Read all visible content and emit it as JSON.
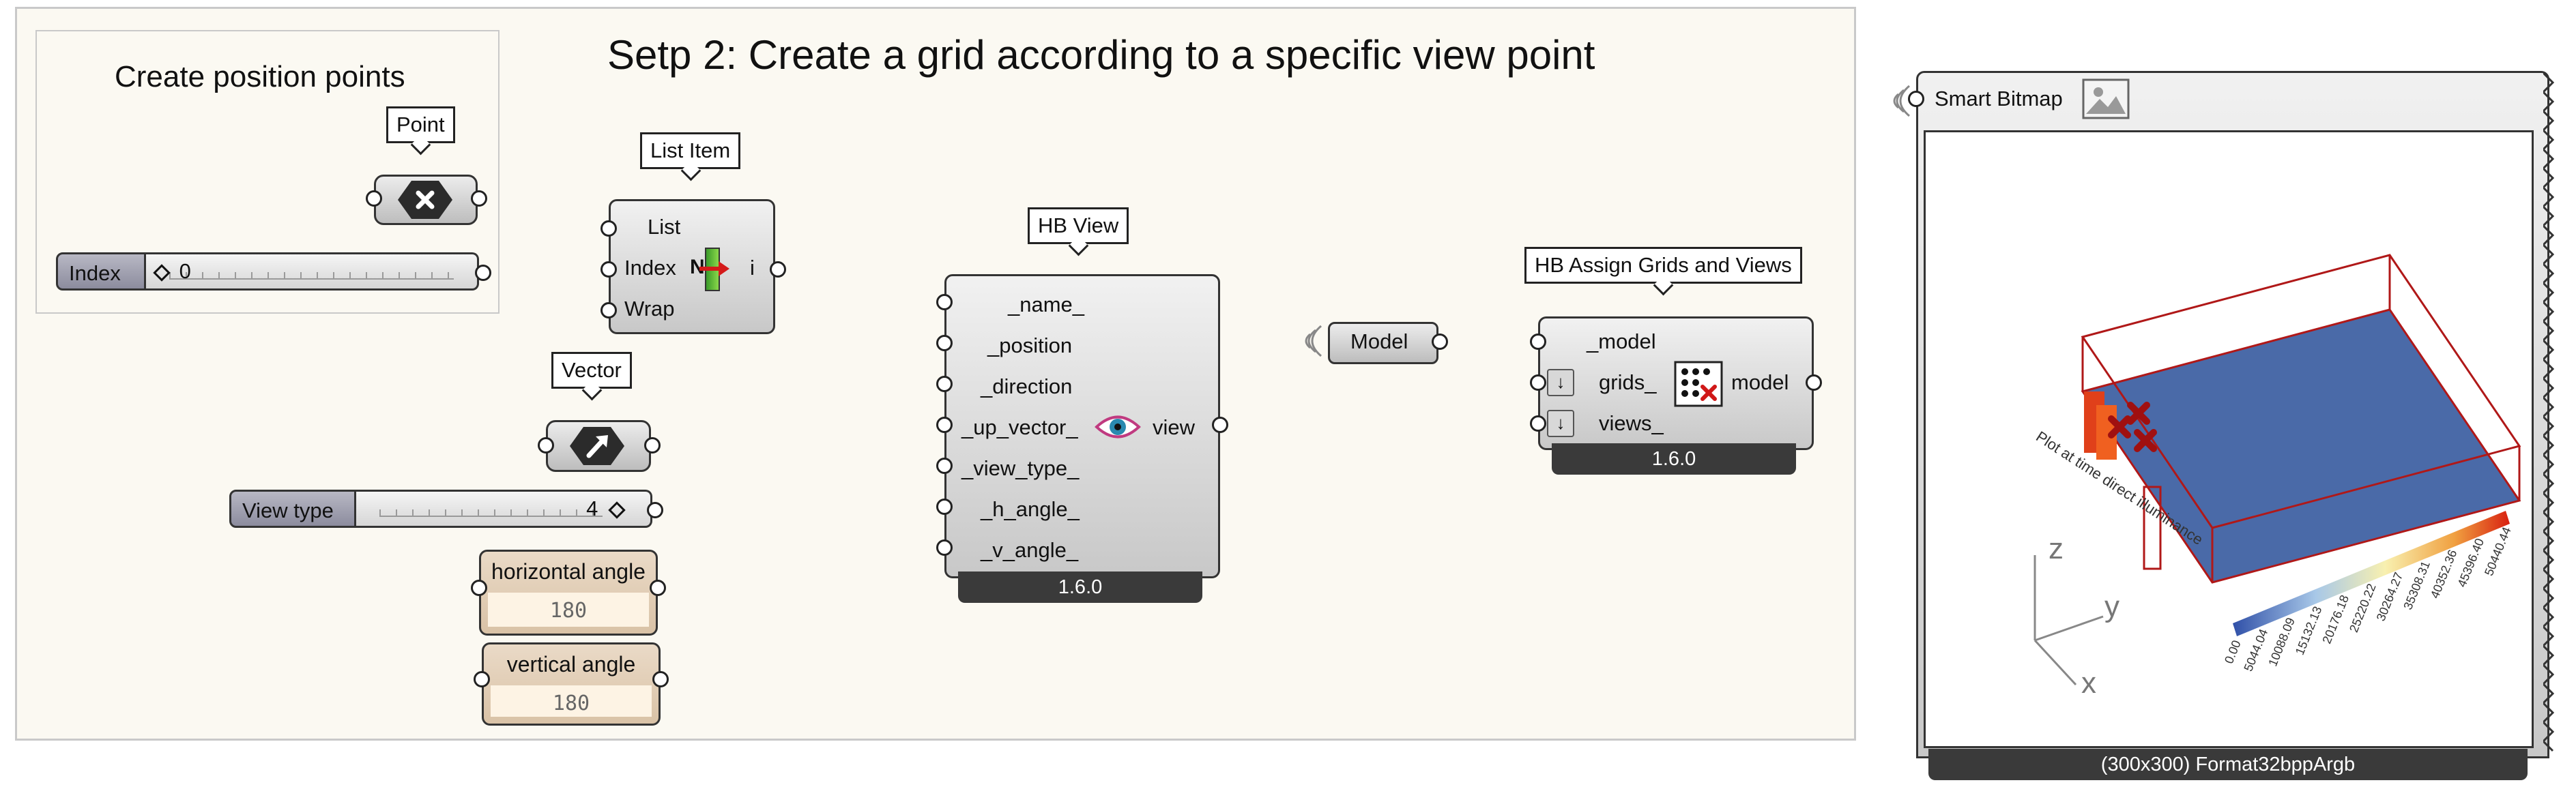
{
  "title": "Setp 2: Create a grid according to a specific view point",
  "group": {
    "title": "Create position points"
  },
  "point": {
    "bubble": "Point"
  },
  "index_slider": {
    "label": "Index",
    "value": "0"
  },
  "list_item": {
    "bubble": "List Item",
    "inputs": [
      "List",
      "Index",
      "Wrap"
    ],
    "output": "i",
    "icon_letter": "N"
  },
  "vector": {
    "bubble": "Vector"
  },
  "view_type_slider": {
    "label": "View type",
    "value": "4"
  },
  "h_angle_panel": {
    "title": "horizontal angle",
    "value": "180"
  },
  "v_angle_panel": {
    "title": "vertical angle",
    "value": "180"
  },
  "hb_view": {
    "bubble": "HB View",
    "inputs": [
      "_name_",
      "_position",
      "_direction",
      "_up_vector_",
      "_view_type_",
      "_h_angle_",
      "_v_angle_"
    ],
    "output": "view",
    "version": "1.6.0"
  },
  "model_param": {
    "label": "Model"
  },
  "hb_assign": {
    "bubble": "HB Assign Grids and Views",
    "inputs": [
      "_model",
      "grids_",
      "views_"
    ],
    "output": "model",
    "version": "1.6.0"
  },
  "smart_bitmap": {
    "label": "Smart Bitmap",
    "footer": "(300x300) Format32bppArgb",
    "legend_values": [
      "0.00",
      "5044.04",
      "10088.09",
      "15132.13",
      "20176.18",
      "25220.22",
      "30264.27",
      "35308.31",
      "40352.36",
      "45396.40",
      "50440.44"
    ],
    "legend_title": "Plot at time direct illuminance",
    "axes": [
      "z",
      "y",
      "x"
    ],
    "colors": {
      "floor": "#4a6aa8",
      "box": "#b01818",
      "markers": "#c01818"
    }
  }
}
